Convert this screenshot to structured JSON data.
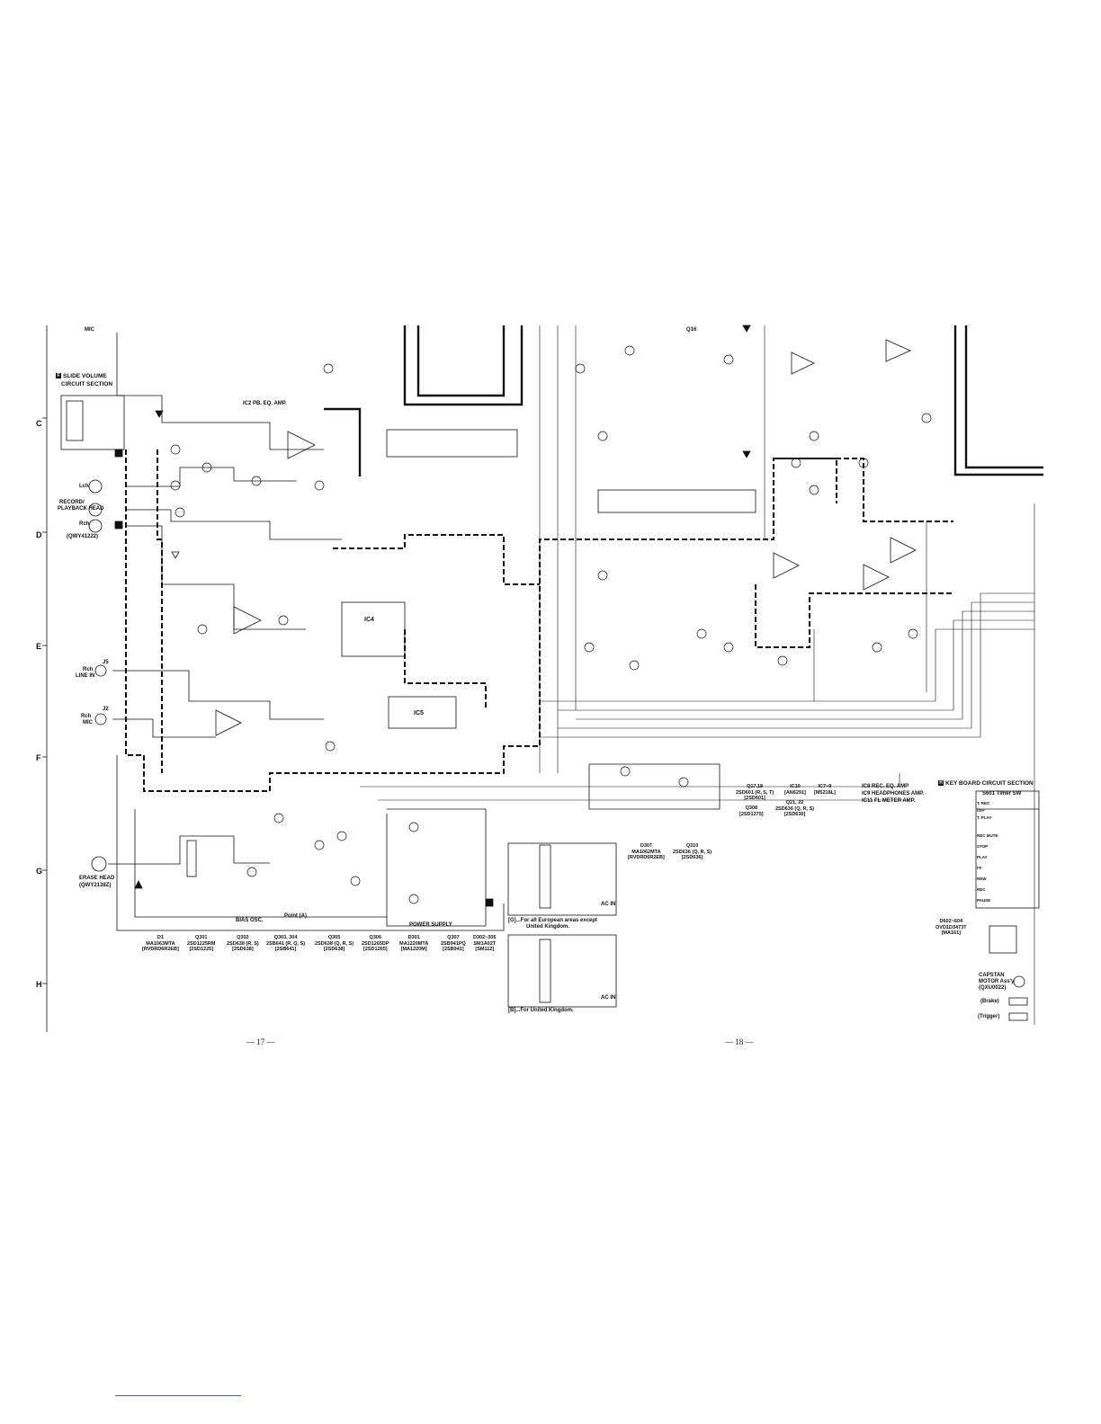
{
  "row_letters": [
    "C",
    "D",
    "E",
    "F",
    "G",
    "H"
  ],
  "sections": {
    "slide_volume": {
      "tag": "F",
      "title": "SLIDE VOLUME",
      "subtitle": "CIRCUIT SECTION"
    },
    "key_board": {
      "tag": "H",
      "title": "KEY BOARD CIRCUIT SECTION"
    }
  },
  "labels": {
    "mic": "MIC",
    "lch": "Lch",
    "record_head": "RECORD/",
    "playback_head": "PLAYBACK HEAD",
    "rch": "Rch",
    "head_part": "(QWY41222)",
    "rch_line": "Rch",
    "line_in": "LINE IN",
    "rch_mic": "Rch",
    "mic2": "MIC",
    "erase_head": "ERASE HEAD",
    "erase_part": "(QWY2138Z)",
    "ic2_pb": "IC2 PB. EQ. AMP.",
    "ic4": "IC4",
    "ic5": "IC5",
    "bias_osc": "BIAS OSC.",
    "point_a": "Point (A)",
    "power_supply": "POWER SUPPLY",
    "ac_in_1": "AC IN",
    "ac_in_2": "AC IN",
    "capstan": "CAPSTAN",
    "motor": "MOTOR Ass'y",
    "motor_part": "(QXU0022)",
    "brake": "(Brake)",
    "trigger": "(Trigger)",
    "timer_sw": "S601 Timer SW",
    "j5": "J5",
    "j2": "J2",
    "q16": "Q16"
  },
  "keys": [
    "T. REC",
    "OFF",
    "T. PLAY",
    "REC MUTE",
    "STOP",
    "PLAY",
    "FF",
    "REW",
    "REC",
    "PAUSE"
  ],
  "legends": {
    "eu_symbol": "[G]",
    "eu_text": "...For all European areas except",
    "eu_text2": "United Kingdom.",
    "uk_symbol": "[B]",
    "uk_text": "...For United Kingdom."
  },
  "ic_notes": [
    "IC8 REC. EQ. AMP",
    "IC9 HEADPHONES AMP.",
    "IC11 FL METER AMP."
  ],
  "parts_top": [
    "Q17,18\n2SD601 (R, S, T)\n[2SD601]",
    "IC10\n[AN6291]",
    "IC7~9\n[M5218L]",
    "Q308\n[2SD1275]",
    "Q21, 22\n2SD636 (Q, R, S)\n[2SD636]",
    "D307\nMA1062MTA\n[RVDRD6R2EB]",
    "Q310\n2SD636 (Q, R, S)\n[2SD636]"
  ],
  "parts_bottom": [
    "D1\nMA1063MTA\n[RVDRD6R2EB]",
    "Q301\n2SD1225RM\n[2SD1225]",
    "Q302\n2SD638 (R, S)\n[2SD638]",
    "Q303, 304\n2SB641 (R, Q, S)\n[2SB641]",
    "Q305\n2SD638 (Q, R, S)\n[2SD638]",
    "Q306\n2SD1265DP\n[2SD1265]",
    "D301\nMA1220MTA\n[MA1220M]",
    "Q307\n2SB941PQ\n[2SB941]",
    "D302~306\nSM1A02T\n[SM112]"
  ],
  "diodes_kb": "D602~604\nOVD1D3473T\n[MA161]",
  "page_numbers": [
    "— 17 —",
    "— 18 —"
  ],
  "colors": {
    "ink": "#111111",
    "paper": "#ffffff",
    "link": "#4a55c8"
  }
}
